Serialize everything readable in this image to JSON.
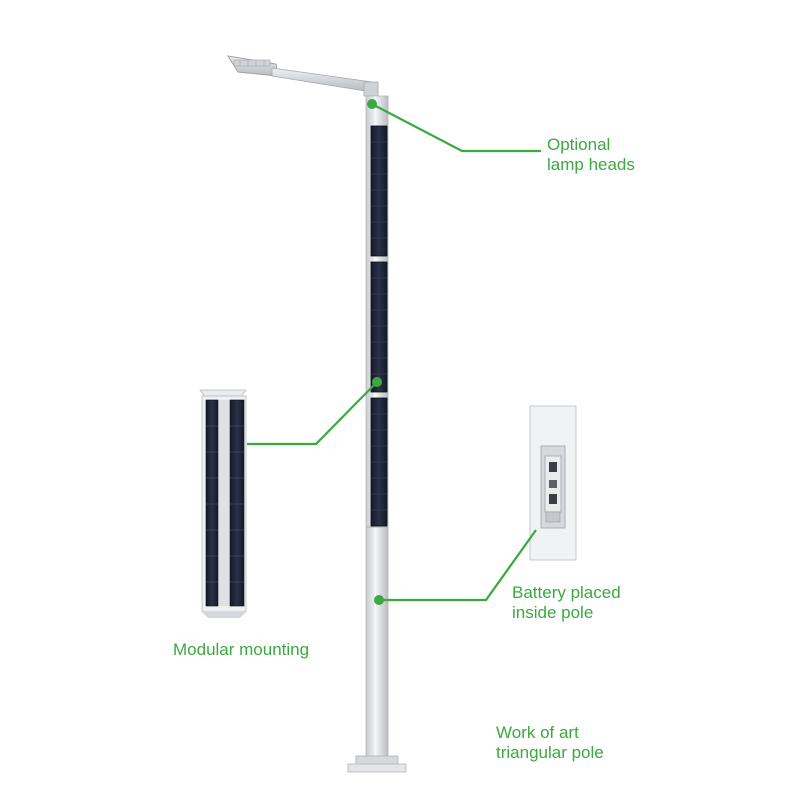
{
  "colors": {
    "accent": "#3aa93f",
    "pole": "#d9dcdf",
    "panel": "#1d2233",
    "background": "#ffffff"
  },
  "annotations": {
    "lamp_heads": {
      "line1": "Optional",
      "line2": "lamp heads"
    },
    "modular_mounting": {
      "line1": "Modular mounting"
    },
    "battery": {
      "line1": "Battery placed",
      "line2": "inside pole"
    },
    "pole_shape": {
      "line1": "Work of art",
      "line2": "triangular pole"
    }
  }
}
